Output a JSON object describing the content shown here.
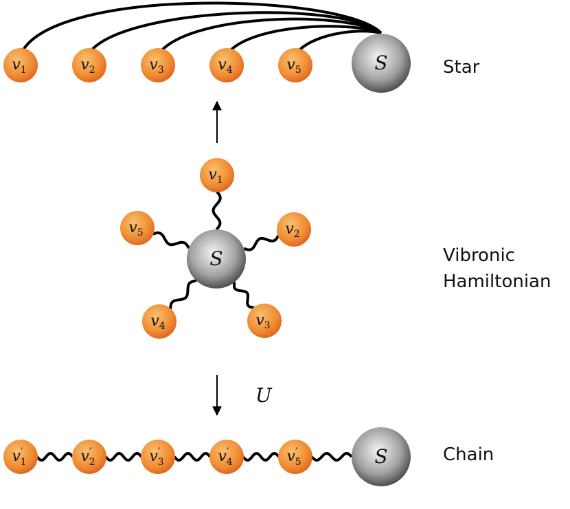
{
  "labels": {
    "star": "Star",
    "vibronic_line1": "Vibronic",
    "vibronic_line2": "Hamiltonian",
    "chain": "Chain",
    "transform": "U"
  },
  "system_node": {
    "name": "S"
  },
  "star_row": {
    "modes": [
      {
        "base": "v",
        "sub": "1"
      },
      {
        "base": "v",
        "sub": "2"
      },
      {
        "base": "v",
        "sub": "3"
      },
      {
        "base": "v",
        "sub": "4"
      },
      {
        "base": "v",
        "sub": "5"
      }
    ]
  },
  "vibronic": {
    "modes": [
      {
        "base": "v",
        "sub": "1"
      },
      {
        "base": "v",
        "sub": "2"
      },
      {
        "base": "v",
        "sub": "3"
      },
      {
        "base": "v",
        "sub": "4"
      },
      {
        "base": "v",
        "sub": "5"
      }
    ]
  },
  "chain_row": {
    "modes": [
      {
        "base": "v",
        "prime": "′",
        "sub": "1"
      },
      {
        "base": "v",
        "prime": "′",
        "sub": "2"
      },
      {
        "base": "v",
        "prime": "′",
        "sub": "3"
      },
      {
        "base": "v",
        "prime": "′",
        "sub": "4"
      },
      {
        "base": "v",
        "prime": "′",
        "sub": "5"
      }
    ]
  },
  "colors": {
    "mode_fill_inner": "#f7b35a",
    "mode_fill_outer": "#e8742a",
    "system_fill_inner": "#f4f4f4",
    "system_fill_outer": "#4a4a4a",
    "line": "#000000"
  }
}
